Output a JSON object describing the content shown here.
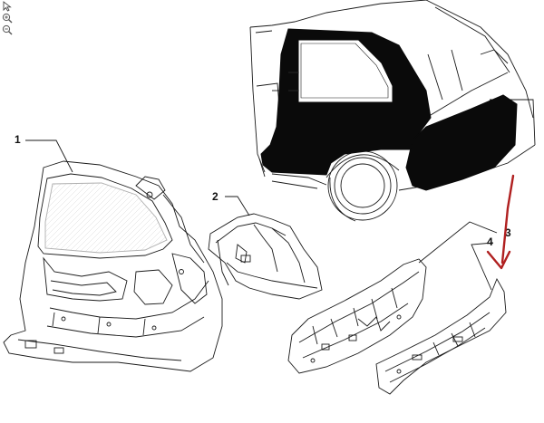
{
  "toolbar": {
    "tools": [
      {
        "icon": "select-arrow-icon"
      },
      {
        "icon": "zoom-in-icon"
      },
      {
        "icon": "zoom-out-icon"
      }
    ]
  },
  "callouts": [
    {
      "id": "1",
      "label": "1"
    },
    {
      "id": "2",
      "label": "2"
    },
    {
      "id": "3",
      "label": "3"
    },
    {
      "id": "4",
      "label": "4"
    }
  ],
  "annotation": {
    "color": "#b02020",
    "icon": "red-check-arrow-icon"
  },
  "colors": {
    "line": "#1a1a1a",
    "fill_black": "#0a0a0a"
  }
}
